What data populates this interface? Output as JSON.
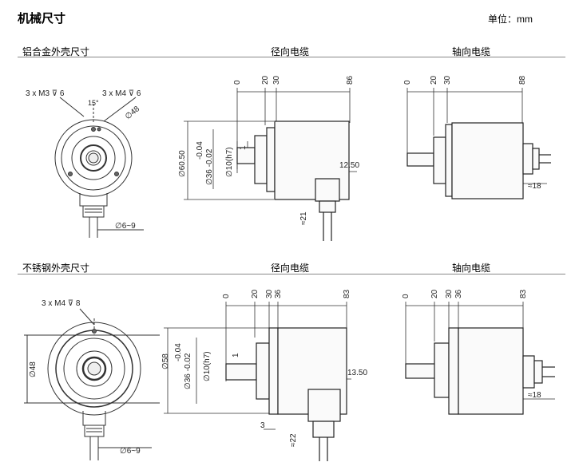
{
  "header": {
    "title": "机械尺寸",
    "unit": "单位：mm"
  },
  "sections": [
    {
      "label": "铝合金外壳尺寸",
      "radial": "径向电缆",
      "axial": "轴向电缆"
    },
    {
      "label": "不锈钢外壳尺寸",
      "radial": "径向电缆",
      "axial": "轴向电缆"
    }
  ],
  "alu": {
    "front": {
      "m3": "3 x M3 ⊽ 6",
      "m4": "3 x M4 ⊽ 6",
      "angle": "15°",
      "dia": "∅48",
      "cable": "∅6~9"
    },
    "side": {
      "ticks": [
        "0",
        "20",
        "30",
        "86"
      ],
      "dia_outer": "∅60.50",
      "tol_upper": "-0.04",
      "tol_lower": "∅36 -0.02",
      "shaft": "∅10(h7)",
      "one": "1",
      "offset": "12.50",
      "cable_h": "≈21"
    },
    "axial": {
      "ticks": [
        "0",
        "20",
        "30",
        "88"
      ],
      "gland": "≈18"
    }
  },
  "ss": {
    "front": {
      "m4": "3 x M4 ⊽ 8",
      "dia": "∅48",
      "cable": "∅6~9"
    },
    "side": {
      "ticks": [
        "0",
        "20",
        "30",
        "36",
        "83"
      ],
      "dia_outer": "∅58",
      "tol_upper": "-0.04",
      "tol_lower": "∅36 -0.02",
      "shaft": "∅10(h7)",
      "one": "1",
      "offset": "13.50",
      "three": "3",
      "cable_h": "≈22"
    },
    "axial": {
      "ticks": [
        "0",
        "20",
        "30",
        "36",
        "83"
      ],
      "gland": "≈18"
    }
  }
}
